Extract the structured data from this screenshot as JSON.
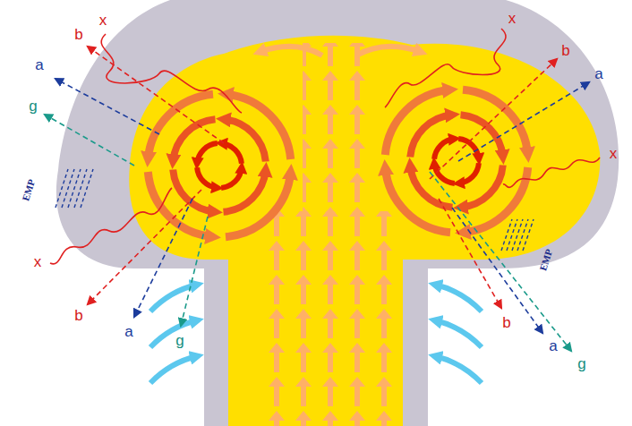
{
  "diagram": {
    "labels": [
      "x",
      "x",
      "b",
      "b",
      "a",
      "a",
      "g",
      "x",
      "EMP",
      "EMP",
      "x",
      "b",
      "b",
      "a",
      "a",
      "g",
      "g"
    ]
  }
}
